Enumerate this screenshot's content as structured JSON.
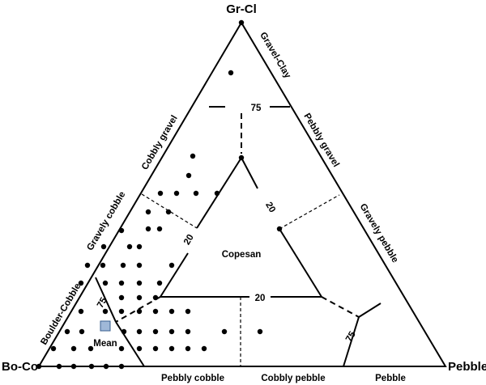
{
  "corners": {
    "top": "Gr-Cl",
    "left": "Bo-Co",
    "right": "Pebble"
  },
  "left_edge_labels": {
    "boulder_cobble": "Boulder-Cobble",
    "gravely_cobble": "Gravely cobble",
    "cobbly_gravel": "Cobbly gravel"
  },
  "right_edge_labels": {
    "gravel_clay": "Gravel-Clay",
    "pebbly_gravel": "Pebbly gravel",
    "gravely_pebble": "Gravely pebble"
  },
  "bottom_edge_labels": {
    "pebbly_cobble": "Pebbly cobble",
    "cobbly_pebble": "Cobbly pebble",
    "pebble": "Pebble"
  },
  "center_label": "Copesan",
  "mean_label": "Mean",
  "ticks": {
    "top_75": "75",
    "right_20": "20",
    "mid_20": "20",
    "left_20": "20",
    "left_75": "75",
    "right_75": "75"
  },
  "colors": {
    "line": "#000000",
    "mean_marker_fill": "#9fb8d8",
    "mean_marker_stroke": "#3a5f8f"
  }
}
